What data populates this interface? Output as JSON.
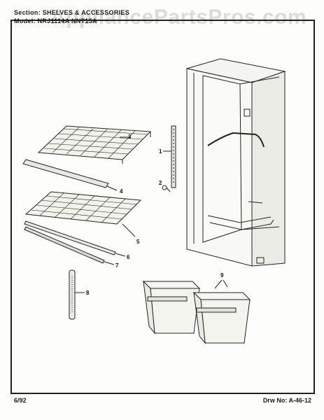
{
  "header": {
    "section": "Section: SHELVES & ACCESSORIES",
    "model": "Model: NRJ1114A  NNT15A"
  },
  "watermark": "AppliancePartsPros.com",
  "footer": {
    "date": "6/92",
    "drawing_number": "Drw No: A-46-12"
  },
  "callouts": [
    "1",
    "2",
    "3",
    "4",
    "5",
    "6",
    "7",
    "8",
    "9"
  ],
  "colors": {
    "line": "#222222",
    "paper": "#fdfdfb"
  }
}
